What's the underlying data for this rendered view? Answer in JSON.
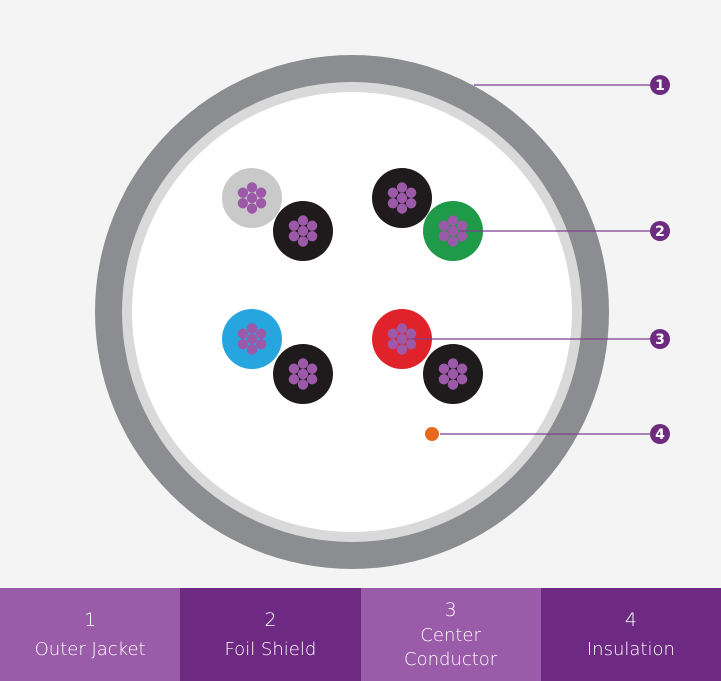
{
  "colors": {
    "background": "#f4f4f4",
    "outer_jacket": "#8c8d90",
    "foil_shield": "#d9d9d9",
    "interior": "#ffffff",
    "conductor_strand": "#9b59a8",
    "leader_line": "#7b3f8e",
    "callout_badge": "#6c2b7f",
    "drain_wire": "#e8691d",
    "legend_light": "#9a5ca8",
    "legend_dark": "#6e2a82"
  },
  "pairs": [
    {
      "name": "pair-gray",
      "insulation_colors": [
        "#c9c9c9",
        "#1f1a1c"
      ]
    },
    {
      "name": "pair-green",
      "insulation_colors": [
        "#1f1a1c",
        "#1f9a48"
      ]
    },
    {
      "name": "pair-blue",
      "insulation_colors": [
        "#27a5df",
        "#1f1a1c"
      ]
    },
    {
      "name": "pair-red",
      "insulation_colors": [
        "#e0232a",
        "#1f1a1c"
      ]
    }
  ],
  "callouts": [
    {
      "number": "1",
      "target": "outer-jacket"
    },
    {
      "number": "2",
      "target": "foil-shield"
    },
    {
      "number": "3",
      "target": "center-conductor"
    },
    {
      "number": "4",
      "target": "insulation"
    }
  ],
  "legend": [
    {
      "number": "1",
      "label": "Outer Jacket",
      "label_lines": [
        "Outer Jacket"
      ],
      "shade": "light"
    },
    {
      "number": "2",
      "label": "Foil Shield",
      "label_lines": [
        "Foil Shield"
      ],
      "shade": "dark"
    },
    {
      "number": "3",
      "label": "Center Conductor",
      "label_lines": [
        "Center",
        "Conductor"
      ],
      "shade": "light"
    },
    {
      "number": "4",
      "label": "Insulation",
      "label_lines": [
        "Insulation"
      ],
      "shade": "dark"
    }
  ]
}
